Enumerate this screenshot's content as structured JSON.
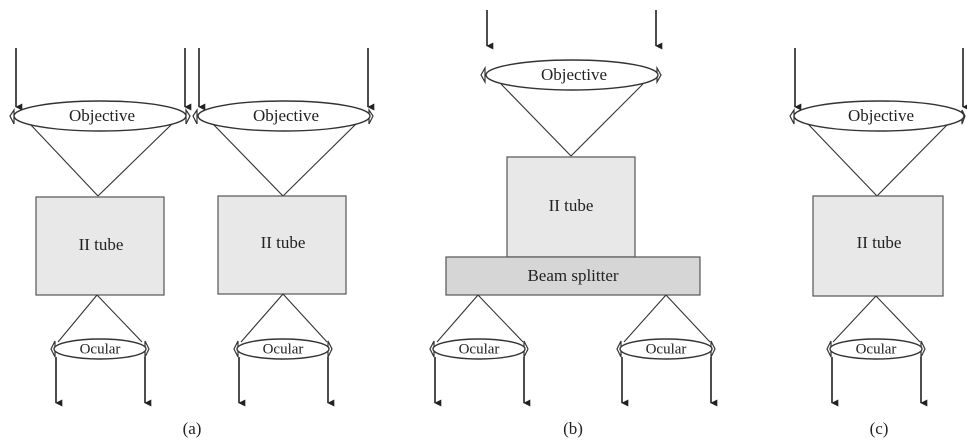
{
  "labels": {
    "objective": "Objective",
    "tube": "II tube",
    "ocular": "Ocular",
    "beam_splitter": "Beam splitter"
  },
  "captions": {
    "a": "(a)",
    "b": "(b)",
    "c": "(c)"
  },
  "colors": {
    "tube_fill": "#e8e8e8",
    "splitter_fill": "#d6d6d6",
    "line": "#333333"
  }
}
